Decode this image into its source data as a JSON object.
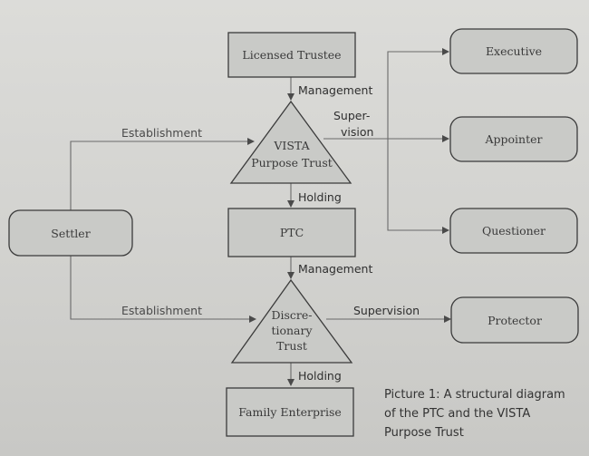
{
  "nodes": {
    "licensed_trustee": "Licensed Trustee",
    "vista_trust_line1": "VISTA",
    "vista_trust_line2": "Purpose Trust",
    "ptc": "PTC",
    "disc_trust_line1": "Discre-",
    "disc_trust_line2": "tionary",
    "disc_trust_line3": "Trust",
    "family_enterprise": "Family Enterprise",
    "settler": "Settler",
    "executive": "Executive",
    "appointer": "Appointer",
    "questioner": "Questioner",
    "protector": "Protector"
  },
  "edges": {
    "management_top": "Management",
    "holding_top": "Holding",
    "management_mid": "Management",
    "holding_bottom": "Holding",
    "establishment_top": "Establishment",
    "establishment_bottom": "Establishment",
    "supervision_top_line1": "Super-",
    "supervision_top_line2": "vision",
    "supervision_bottom": "Supervision"
  },
  "caption": {
    "line1": "Picture 1: A structural diagram",
    "line2": "of the PTC and the VISTA",
    "line3": "Purpose Trust"
  }
}
